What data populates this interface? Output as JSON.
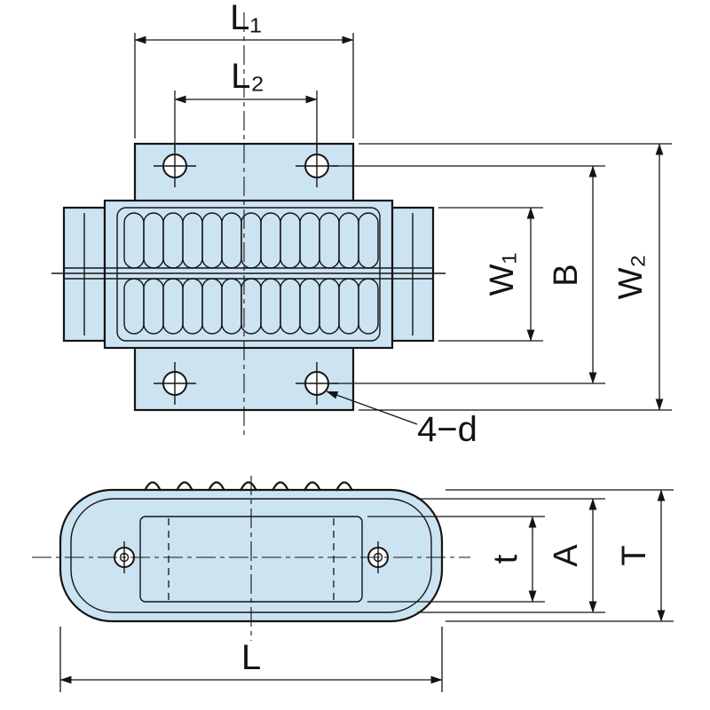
{
  "drawing": {
    "labels": {
      "L1": "L₁",
      "L2": "L₂",
      "W1": "W₁",
      "B": "B",
      "W2": "W₂",
      "hole_callout": "4−d",
      "t": "t",
      "A": "A",
      "T": "T",
      "L": "L"
    },
    "colors": {
      "body_fill": "#cce3f2",
      "line_color": "#141414",
      "background": "#ffffff"
    },
    "top_view": {
      "cage": {
        "roller_count": 13
      },
      "hole_count": 4
    },
    "front_view": {
      "bump_count": 7
    }
  }
}
